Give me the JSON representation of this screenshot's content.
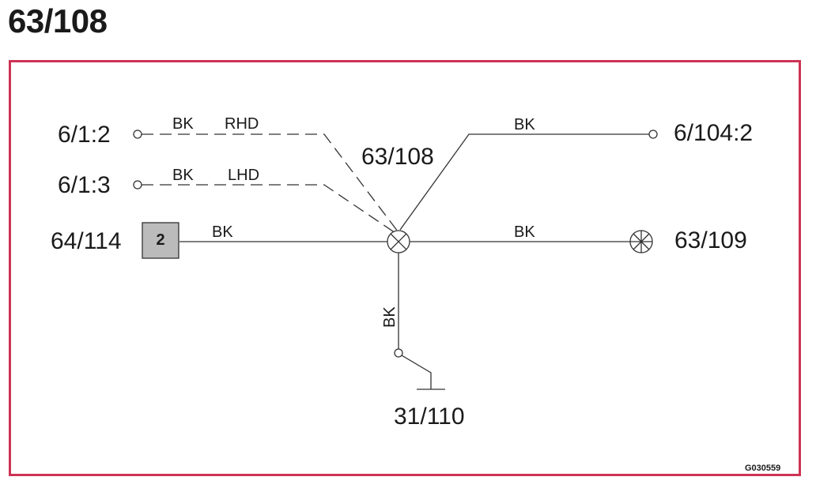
{
  "title": "63/108",
  "diagram_id": "G030559",
  "connectors": {
    "c_6_1_2": "6/1:2",
    "c_6_1_3": "6/1:3",
    "c_64_114": "64/114",
    "c_64_114_pin": "2",
    "c_6_104_2": "6/104:2",
    "c_63_109": "63/109",
    "c_31_110": "31/110",
    "splice_63_108": "63/108"
  },
  "wires": {
    "bk_rhd_color": "BK",
    "bk_rhd_variant": "RHD",
    "bk_lhd_color": "BK",
    "bk_lhd_variant": "LHD",
    "bk_64_114": "BK",
    "bk_6_104_2": "BK",
    "bk_63_109": "BK",
    "bk_ground": "BK"
  },
  "colors": {
    "frame_border": "#cc3355",
    "wire": "#333333",
    "connector_box_fill": "#bbbbbb"
  }
}
